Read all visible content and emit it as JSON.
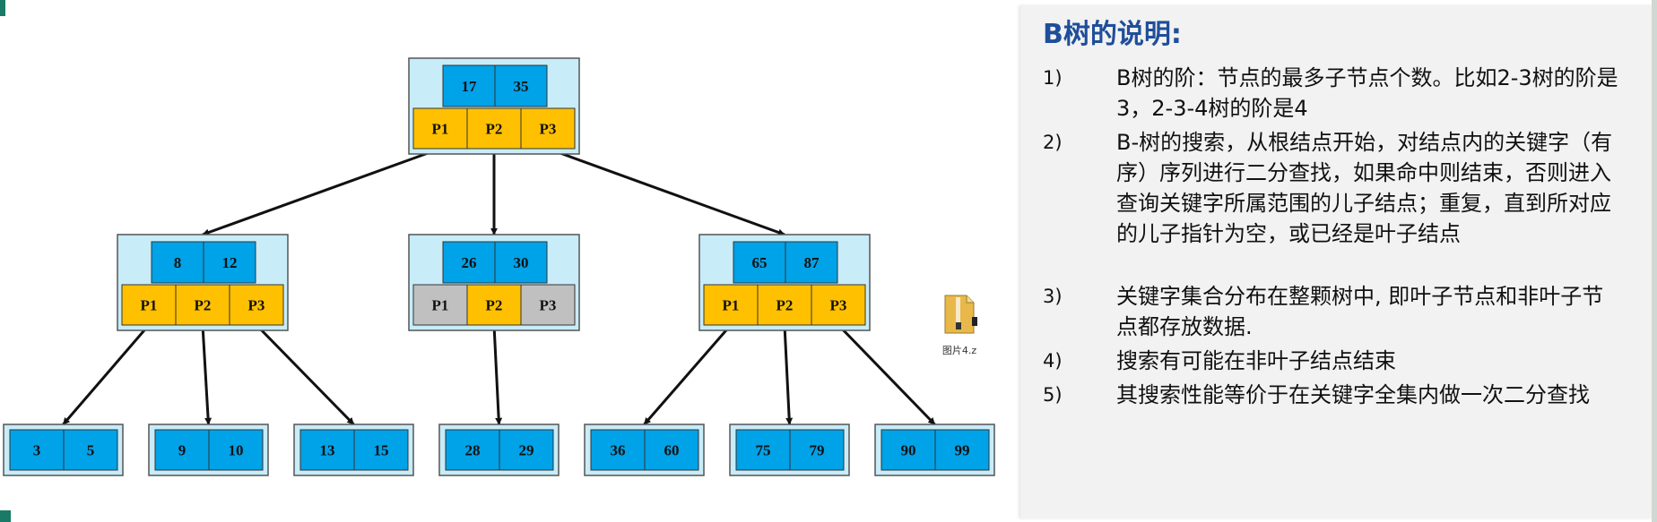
{
  "tree": {
    "root": {
      "keys": [
        "17",
        "35"
      ],
      "pointers": [
        "P1",
        "P2",
        "P3"
      ]
    },
    "level1": [
      {
        "keys": [
          "8",
          "12"
        ],
        "pointers": [
          "P1",
          "P2",
          "P3"
        ]
      },
      {
        "keys": [
          "26",
          "30"
        ],
        "pointers": [
          "P1",
          "P2",
          "P3"
        ]
      },
      {
        "keys": [
          "65",
          "87"
        ],
        "pointers": [
          "P1",
          "P2",
          "P3"
        ]
      }
    ],
    "leaves": [
      [
        "3",
        "5"
      ],
      [
        "9",
        "10"
      ],
      [
        "13",
        "15"
      ],
      [
        "28",
        "29"
      ],
      [
        "36",
        "60"
      ],
      [
        "75",
        "79"
      ],
      [
        "90",
        "99"
      ]
    ]
  },
  "file_icon": {
    "label": "图片4.z",
    "icon": "zip-folder-icon"
  },
  "description": {
    "title": "B树的说明:",
    "items": [
      {
        "num": "1)",
        "text": "B树的阶：节点的最多子节点个数。比如2-3树的阶是3，2-3-4树的阶是4"
      },
      {
        "num": "2)",
        "text": "B-树的搜索，从根结点开始，对结点内的关键字（有序）序列进行二分查找，如果命中则结束，否则进入查询关键字所属范围的儿子结点；重复，直到所对应的儿子指针为空，或已经是叶子结点"
      },
      {
        "num": "3)",
        "text": "关键字集合分布在整颗树中, 即叶子节点和非叶子节点都存放数据."
      },
      {
        "num": "4)",
        "text": "搜索有可能在非叶子结点结束"
      },
      {
        "num": "5)",
        "text": "其搜索性能等价于在关键字全集内做一次二分查找"
      }
    ]
  },
  "colors": {
    "key_fill": "#00a2e8",
    "pointer_fill": "#ffc000",
    "null_pointer_fill": "#c0c0c0",
    "node_frame_fill": "#c8ecf8",
    "node_frame_stroke": "#555555",
    "edge": "#111111",
    "title": "#1f4e9a"
  }
}
